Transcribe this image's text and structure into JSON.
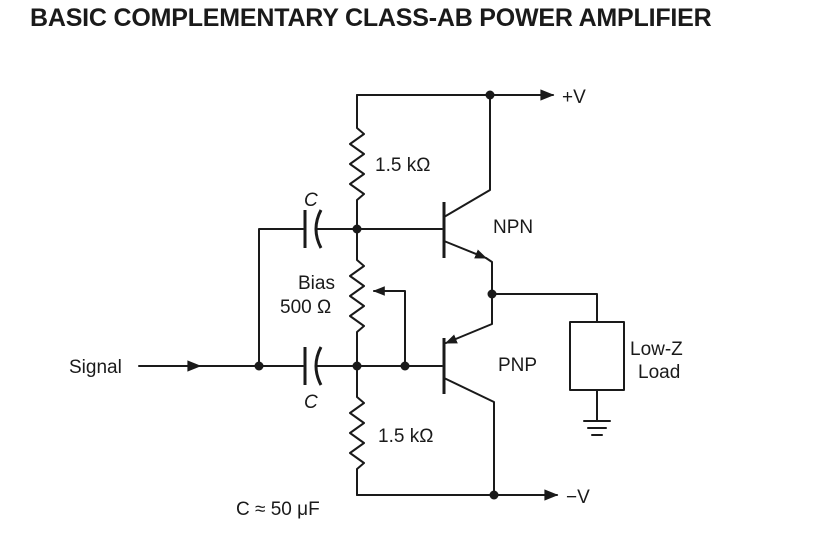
{
  "title": "BASIC COMPLEMENTARY CLASS-AB POWER AMPLIFIER",
  "labels": {
    "vplus": "+V",
    "vminus": "−V",
    "r_top": "1.5 kΩ",
    "r_bottom": "1.5 kΩ",
    "bias_name": "Bias",
    "bias_value": "500 Ω",
    "cap_top": "C",
    "cap_bottom": "C",
    "npn": "NPN",
    "pnp": "PNP",
    "load_line1": "Low-Z",
    "load_line2": "Load",
    "signal": "Signal",
    "cap_value": "C ≈ 50 μF"
  },
  "colors": {
    "ink": "#1a1a1a",
    "background": "#ffffff"
  }
}
